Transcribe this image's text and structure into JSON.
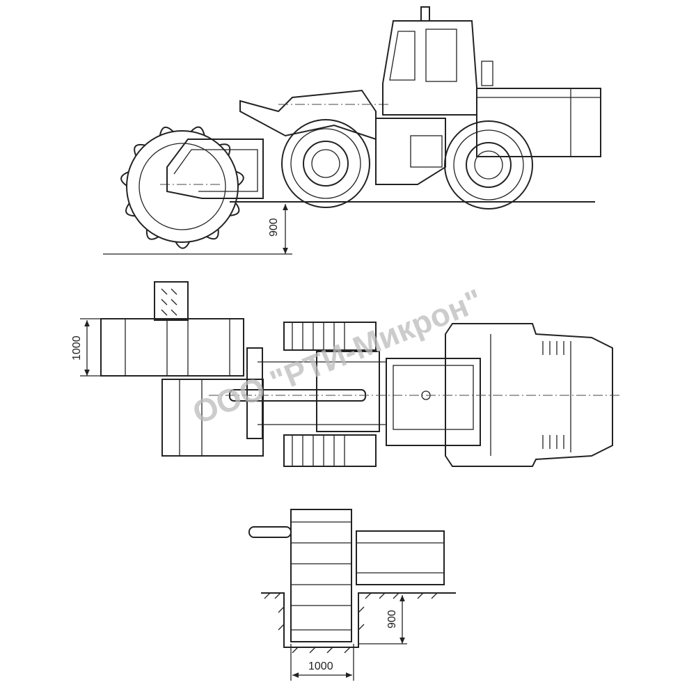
{
  "watermark": "ООО \"РТИ-Микрон\"",
  "side_view": {
    "depth_dimension": "900"
  },
  "plan_view": {
    "width_dimension": "1000"
  },
  "section_view": {
    "width_dimension": "1000",
    "depth_dimension": "900"
  }
}
